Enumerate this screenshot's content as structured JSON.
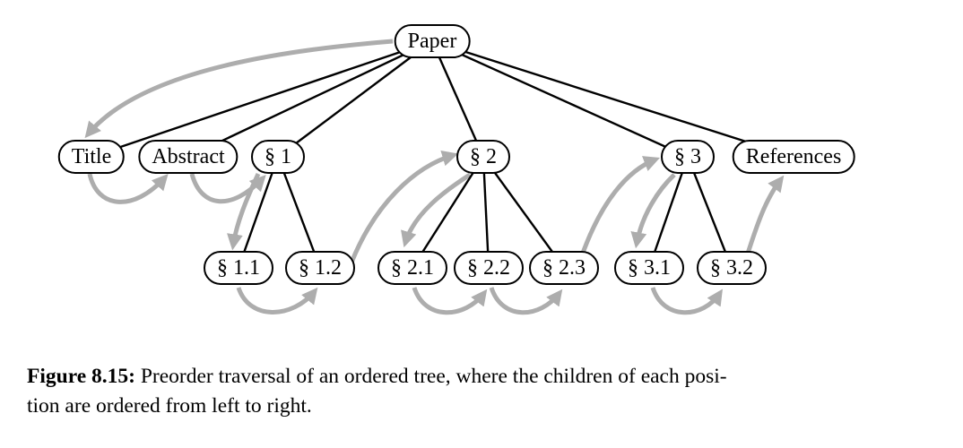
{
  "figure": {
    "nodes": [
      {
        "id": "paper",
        "label": "Paper"
      },
      {
        "id": "title",
        "label": "Title"
      },
      {
        "id": "abstract",
        "label": "Abstract"
      },
      {
        "id": "sec1",
        "label": "§ 1"
      },
      {
        "id": "sec2",
        "label": "§ 2"
      },
      {
        "id": "sec3",
        "label": "§ 3"
      },
      {
        "id": "references",
        "label": "References"
      },
      {
        "id": "sec11",
        "label": "§ 1.1"
      },
      {
        "id": "sec12",
        "label": "§ 1.2"
      },
      {
        "id": "sec21",
        "label": "§ 2.1"
      },
      {
        "id": "sec22",
        "label": "§ 2.2"
      },
      {
        "id": "sec23",
        "label": "§ 2.3"
      },
      {
        "id": "sec31",
        "label": "§ 3.1"
      },
      {
        "id": "sec32",
        "label": "§ 3.2"
      }
    ],
    "edges": [
      [
        "Paper",
        "Title"
      ],
      [
        "Paper",
        "Abstract"
      ],
      [
        "Paper",
        "§ 1"
      ],
      [
        "Paper",
        "§ 2"
      ],
      [
        "Paper",
        "§ 3"
      ],
      [
        "Paper",
        "References"
      ],
      [
        "§ 1",
        "§ 1.1"
      ],
      [
        "§ 1",
        "§ 1.2"
      ],
      [
        "§ 2",
        "§ 2.1"
      ],
      [
        "§ 2",
        "§ 2.2"
      ],
      [
        "§ 2",
        "§ 2.3"
      ],
      [
        "§ 3",
        "§ 3.1"
      ],
      [
        "§ 3",
        "§ 3.2"
      ]
    ],
    "traversal_order": [
      "Paper",
      "Title",
      "Abstract",
      "§ 1",
      "§ 1.1",
      "§ 1.2",
      "§ 2",
      "§ 2.1",
      "§ 2.2",
      "§ 2.3",
      "§ 3",
      "§ 3.1",
      "§ 3.2",
      "References"
    ],
    "colors": {
      "node_border": "#000000",
      "node_fill": "#ffffff",
      "edge": "#000000",
      "traversal_arrow": "#adadad",
      "text": "#000000",
      "background": "#ffffff"
    }
  },
  "caption": {
    "label": "Figure 8.15:",
    "line1": " Preorder traversal of an ordered tree, where the children of each posi-",
    "line2": "tion are ordered from left to right."
  }
}
